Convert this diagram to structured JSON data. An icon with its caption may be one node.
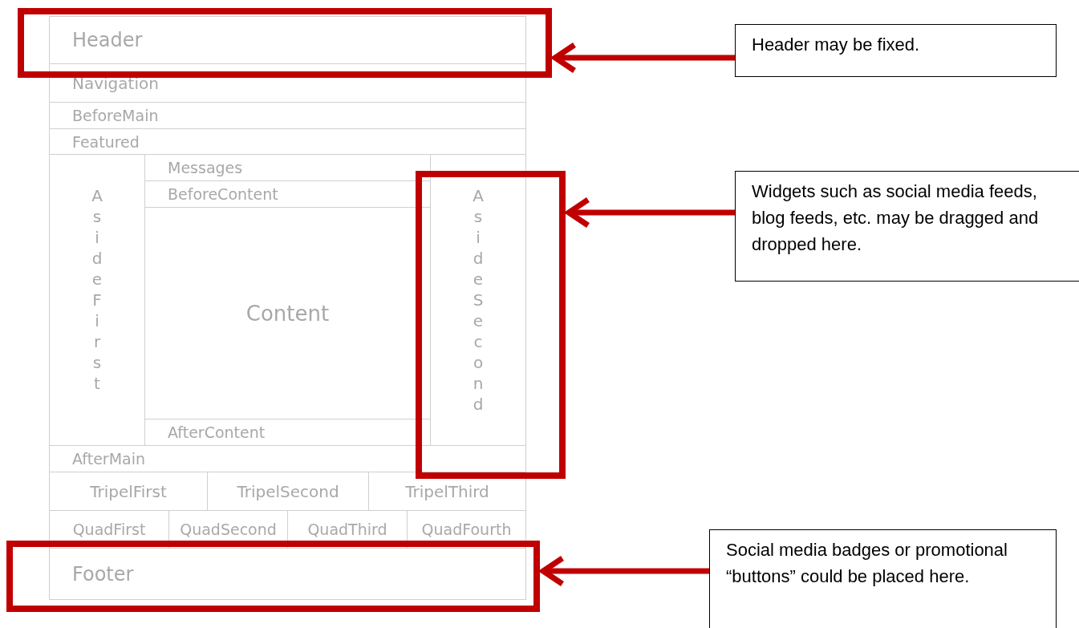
{
  "diagram": {
    "nodes": [
      {
        "text": [],
        "shape": "box"
      },
      {
        "text": [
          "Header"
        ],
        "in": 0
      },
      {
        "text": [
          "Navigation"
        ]
      },
      {
        "text": [
          "BeforeMain"
        ]
      },
      {
        "text": [
          "Featured"
        ]
      },
      {
        "text": [
          "AsideFirst"
        ]
      },
      {
        "text": [
          "Messages"
        ]
      },
      {
        "text": [
          "BeforeContent"
        ]
      },
      {
        "text": [
          "Content"
        ]
      },
      {
        "text": [
          "AfterContent"
        ]
      },
      {
        "text": [],
        "shape": "box"
      },
      {
        "text": [
          "AsideSecond"
        ]
      },
      {
        "text": [
          "AfterMain"
        ]
      },
      {
        "text": [
          "TripelFirst"
        ]
      },
      {
        "text": [
          "TripelSecond"
        ]
      },
      {
        "text": [
          "TripelThird"
        ]
      },
      {
        "text": [
          "QuadFirst"
        ]
      },
      {
        "text": [
          "QuadSecond"
        ]
      },
      {
        "text": [
          "QuadThird"
        ]
      },
      {
        "text": [
          "QuadFourth"
        ]
      },
      {
        "text": [],
        "shape": "box"
      },
      {
        "text": [
          "Footer"
        ],
        "in": 20
      },
      {
        "text": [
          "Header may be fixed."
        ]
      },
      {
        "text": [
          "Widgets such as social media feeds, blog feeds, etc. may be dragged and dropped here."
        ]
      },
      {
        "text": [
          "Social media badges or promotional “buttons” could be placed here."
        ]
      }
    ],
    "edges": [
      {
        "from": 22,
        "to": 0,
        "arrow": "to"
      },
      {
        "from": 23,
        "to": 10,
        "arrow": "to"
      },
      {
        "from": 24,
        "to": 20,
        "arrow": "to"
      }
    ]
  }
}
